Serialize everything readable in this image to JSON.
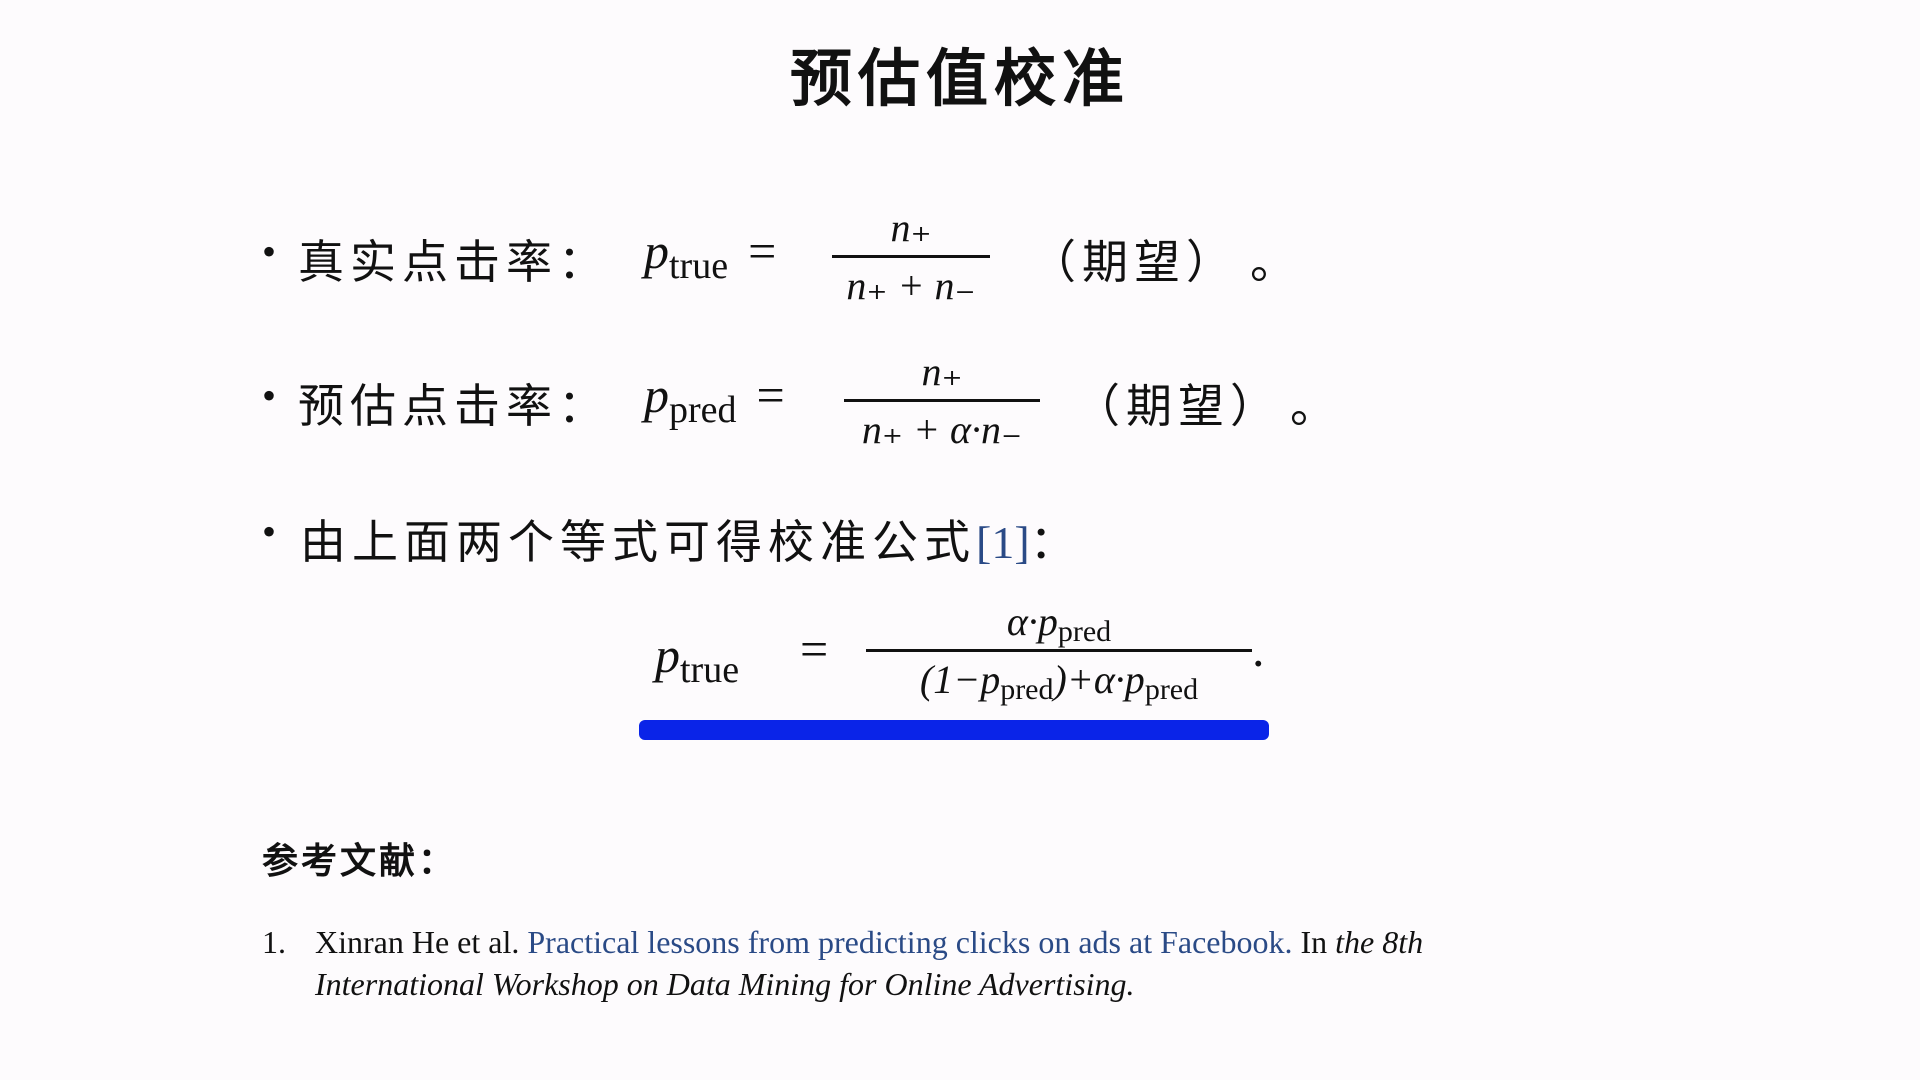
{
  "title": "预估值校准",
  "bullets": [
    {
      "label": "真实点击率：",
      "var": "p",
      "sub": "true",
      "num": "n₊",
      "den": "n₊ + n₋",
      "note": "（期望）",
      "end": "。"
    },
    {
      "label": "预估点击率：",
      "var": "p",
      "sub": "pred",
      "num": "n₊",
      "den": "n₊ + α·n₋",
      "note": "（期望）",
      "end": "。"
    },
    {
      "label": "由上面两个等式可得校准公式",
      "cite": "[1]",
      "colon": "："
    }
  ],
  "formula": {
    "lhs_var": "p",
    "lhs_sub": "true",
    "eq": "=",
    "num_a": "α·p",
    "num_sub": "pred",
    "den_a": "(1−p",
    "den_sub1": "pred",
    "den_b": ")+α·p",
    "den_sub2": "pred",
    "end": "."
  },
  "highlight_color": "#0a24e8",
  "references": {
    "heading": "参考文献：",
    "items": [
      {
        "num": "1.",
        "authors": "Xinran He et al.",
        "title": "Practical lessons from predicting clicks on ads at Facebook.",
        "in": "In",
        "venue1": "the 8th",
        "venue2": "International Workshop on Data Mining for Online Advertising."
      }
    ]
  }
}
